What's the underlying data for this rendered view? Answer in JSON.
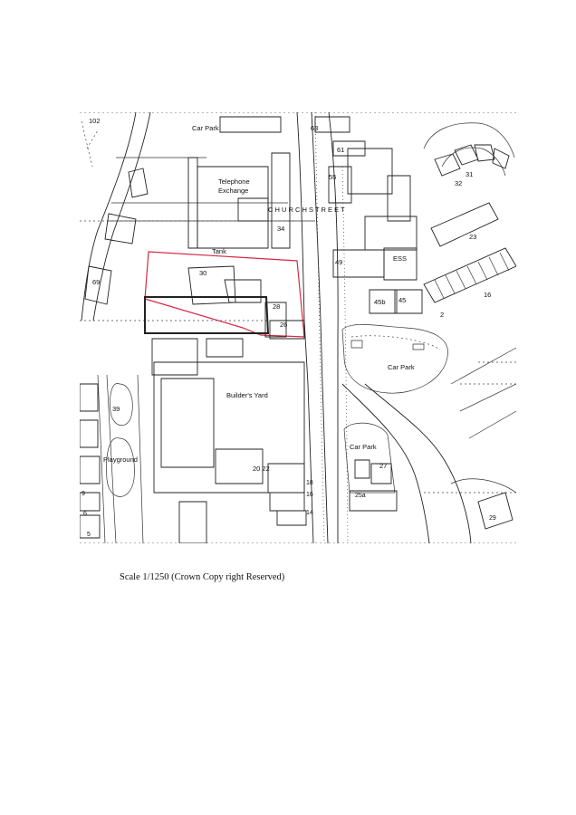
{
  "caption": "Scale 1/1250 (Crown Copy right Reserved)",
  "map": {
    "labels": {
      "n102": "102",
      "car_park_top": "Car Park",
      "n63": "63",
      "n61": "61",
      "n55": "55",
      "n31": "31",
      "n32": "32",
      "telephone": "Telephone",
      "exchange": "Exchange",
      "church_street": "C H U R C H S T R E E T",
      "n34": "34",
      "n23": "23",
      "tank": "Tank",
      "n30": "30",
      "n49": "49",
      "ess": "ESS",
      "n69": "69",
      "n45b": "45b",
      "n45": "45",
      "n16": "16",
      "n28": "28",
      "n26": "26",
      "n2": "2",
      "car_park_mid": "Car Park",
      "builders_yard": "Builder's Yard",
      "n39": "39",
      "playground": "Playground",
      "car_park_low": "Car Park",
      "n27": "27",
      "n20_22": "20 22",
      "n18": "18",
      "n16b": "16",
      "n25a": "25a",
      "n14": "14",
      "n29": "29",
      "n9": "9",
      "n6": "6",
      "n5": "5"
    },
    "colors": {
      "site_boundary": "#d42a43",
      "linework": "#222222"
    }
  }
}
